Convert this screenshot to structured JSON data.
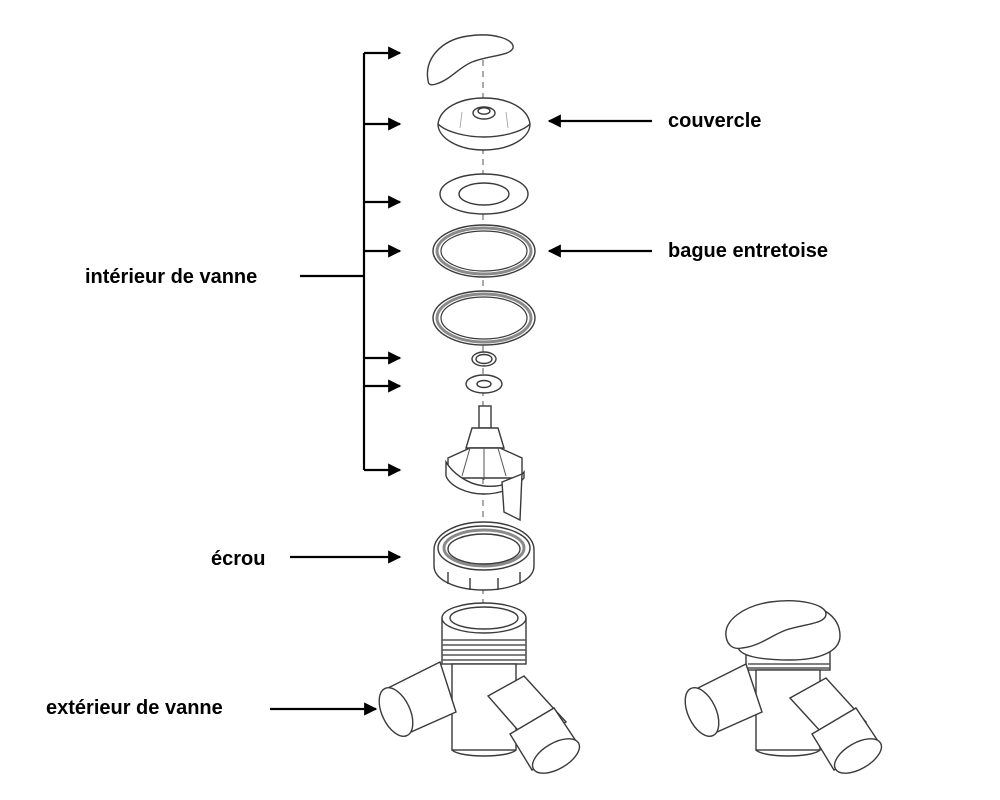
{
  "labels": {
    "couvercle": "couvercle",
    "bague_entretoise": "bague entretoise",
    "interieur_de_vanne": "intérieur de vanne",
    "ecrou": "écrou",
    "exterieur_de_vanne": "extérieur de vanne"
  },
  "colors": {
    "ink": "#000000",
    "line_art": "#3a3a3a",
    "hatch": "#8a8a8a",
    "background": "#ffffff"
  }
}
